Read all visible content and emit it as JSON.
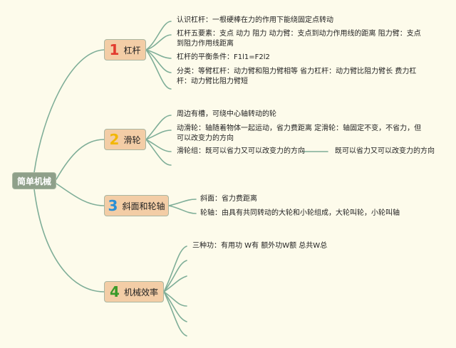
{
  "root": {
    "label": "简单机械"
  },
  "branches": [
    {
      "number": "1",
      "label": "杠杆",
      "color": "#e23b2e",
      "items": [
        "认识杠杆：一根硬棒在力的作用下能绕固定点转动",
        "杠杆五要素：支点 动力 阻力 动力臂：支点到动力作用线的距离 阻力臂：支点到阻力作用线距离",
        "杠杆的平衡条件：F1l1=F2l2",
        "分类：等臂杠杆：动力臂和阻力臂相等 省力杠杆：动力臂比阻力臂长 费力杠杆：动力臂比阻力臂短"
      ]
    },
    {
      "number": "2",
      "label": "滑轮",
      "color": "#f2b705",
      "items": [
        "周边有槽，可绕中心轴转动的轮",
        "动滑轮：轴随着物体一起运动，省力费距离 定滑轮：轴固定不变，不省力，但可以改变力的方向",
        "滑轮组：既可以省力又可以改变力的方向"
      ],
      "extra": "既可以省力又可以改变力的方向"
    },
    {
      "number": "3",
      "label": "斜面和轮轴",
      "color": "#2a8fd6",
      "items": [
        "斜面：省力费距离",
        "轮轴：由具有共同转动的大轮和小轮组成，大轮叫轮，小轮叫轴"
      ]
    },
    {
      "number": "4",
      "label": "机械效率",
      "color": "#3a9a2a",
      "items": [
        "三种功：有用功 W有 额外功W额 总共W总"
      ]
    }
  ],
  "colors": {
    "line": "#7fae98",
    "background": "#fdfbeb"
  }
}
